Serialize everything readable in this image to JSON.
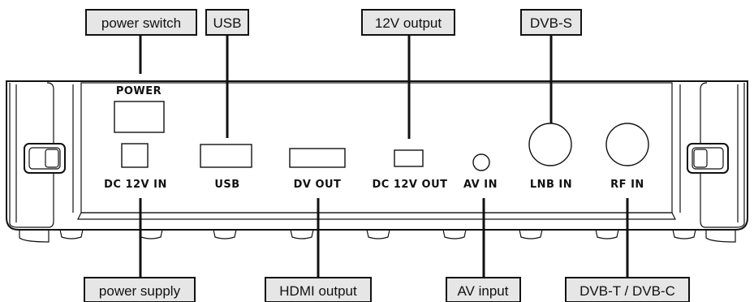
{
  "callouts_top": {
    "power_switch": "power switch",
    "usb": "USB",
    "output_12v": "12V output",
    "dvb_s": "DVB-S"
  },
  "callouts_bottom": {
    "power_supply": "power supply",
    "hdmi_output": "HDMI output",
    "av_input": "AV input",
    "dvb_t_c": "DVB-T / DVB-C"
  },
  "panel_labels": {
    "power": "POWER",
    "dc_in": "DC 12V IN",
    "usb": "USB",
    "dv_out": "DV OUT",
    "dc_out": "DC 12V OUT",
    "av_in": "AV IN",
    "lnb_in": "LNB IN",
    "rf_in": "RF IN"
  }
}
